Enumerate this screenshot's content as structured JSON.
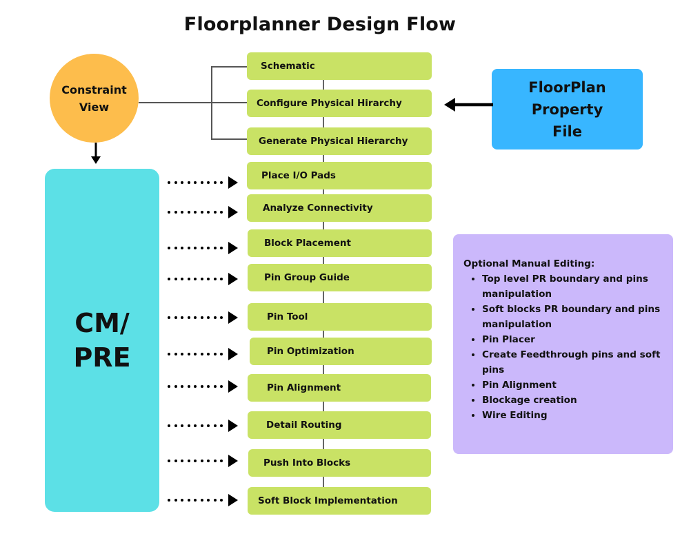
{
  "title": "Floorplanner Design Flow",
  "constraint_view": {
    "line1": "Constraint",
    "line2": "View",
    "color": "#fdbd4c"
  },
  "cm_pre": {
    "line1": "CM/",
    "line2": "PRE",
    "color": "#5ce0e6"
  },
  "property_file": {
    "line1": "FloorPlan",
    "line2": "Property",
    "line3": "File",
    "color": "#38b6ff"
  },
  "steps": [
    {
      "label": "Schematic"
    },
    {
      "label": "Configure Physical Hirarchy"
    },
    {
      "label": "Generate Physical Hierarchy"
    },
    {
      "label": "Place I/O Pads"
    },
    {
      "label": "Analyze Connectivity"
    },
    {
      "label": "Block Placement"
    },
    {
      "label": "Pin Group Guide"
    },
    {
      "label": "Pin Tool"
    },
    {
      "label": "Pin Optimization"
    },
    {
      "label": "Pin Alignment"
    },
    {
      "label": "Detail Routing"
    },
    {
      "label": "Push Into Blocks"
    },
    {
      "label": "Soft Block Implementation"
    }
  ],
  "step_color": "#c9e265",
  "notes": {
    "heading": "Optional Manual Editing:",
    "items": [
      "Top level PR boundary and pins manipulation",
      "Soft blocks PR boundary and pins manipulation",
      "Pin Placer",
      "Create Feedthrough pins and  soft pins",
      "Pin Alignment",
      "Blockage creation",
      "Wire Editing"
    ],
    "color": "#cbb8fb"
  }
}
